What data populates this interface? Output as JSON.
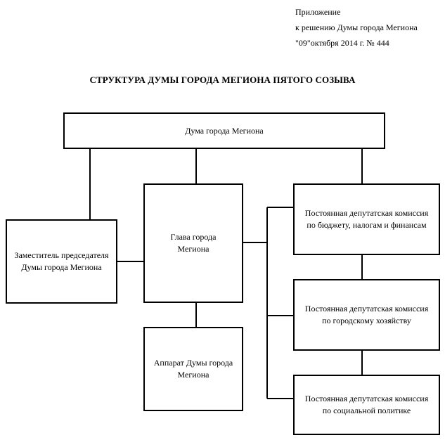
{
  "appendix": {
    "line1": "Приложение",
    "line2": "к решению Думы города Мегиона",
    "line3": "\"09\"октября 2014 г. № 444"
  },
  "title": "СТРУКТУРА ДУМЫ ГОРОДА МЕГИОНА ПЯТОГО СОЗЫВА",
  "nodes": {
    "duma": {
      "line1": "Дума города Мегиона"
    },
    "deputy": {
      "line1": "Заместитель председателя",
      "line2": "Думы города Мегиона"
    },
    "head": {
      "line1": "Глава города",
      "line2": "Мегиона"
    },
    "apparatus": {
      "line1": "Аппарат Думы города",
      "line2": "Мегиона"
    },
    "budget": {
      "line1": "Постоянная депутатская комиссия",
      "line2": "по бюджету, налогам и финансам"
    },
    "city": {
      "line1": "Постоянная депутатская комиссия",
      "line2": "по городскому хозяйству"
    },
    "social": {
      "line1": "Постоянная депутатская комиссия",
      "line2": "по социальной политике"
    }
  }
}
